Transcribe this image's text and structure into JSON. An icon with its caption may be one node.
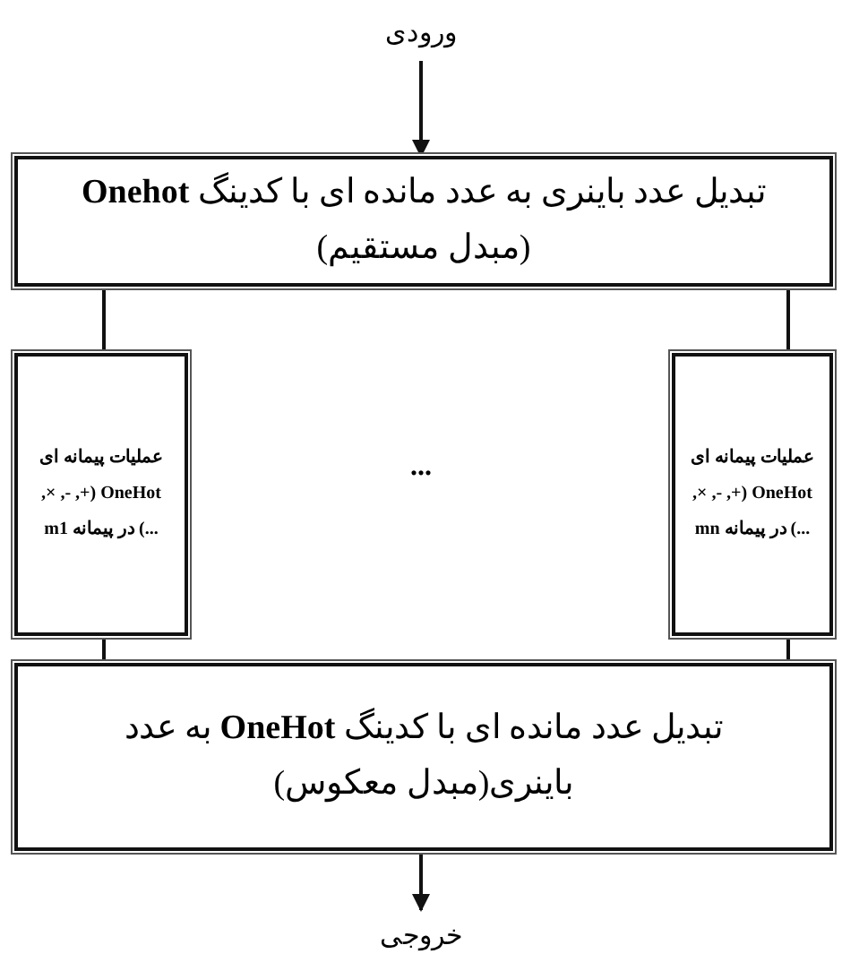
{
  "diagram": {
    "nodes": [
      {
        "text": [
          "ورودی"
        ]
      },
      {
        "text": [
          "تبدیل عدد باینری به عدد مانده ای با کدینگ **Onehot** (مبدل مستقیم)"
        ]
      },
      {
        "text": [
          "عملیات پیمانه ای **OneHot** (+, -, ×, ...) در پیمانه **m1**"
        ]
      },
      {
        "text": [
          "عملیات پیمانه ای **OneHot** (+, -, ×, ...) در پیمانه **mn**"
        ]
      },
      {
        "text": [
          "تبدیل عدد مانده ای با کدینگ **OneHot** به عدد باینری(مبدل معکوس)"
        ]
      },
      {
        "text": [
          "خروجی"
        ]
      }
    ],
    "edges": [
      {
        "from": 0,
        "to": 1,
        "arrow": "to"
      },
      {
        "from": 1,
        "to": 2,
        "arrow": "none"
      },
      {
        "from": 1,
        "to": 3,
        "arrow": "none"
      },
      {
        "from": 2,
        "to": 4,
        "arrow": "none"
      },
      {
        "from": 3,
        "to": 4,
        "arrow": "none"
      },
      {
        "from": 4,
        "to": 5,
        "arrow": "to"
      }
    ],
    "labels": [
      "..."
    ]
  }
}
